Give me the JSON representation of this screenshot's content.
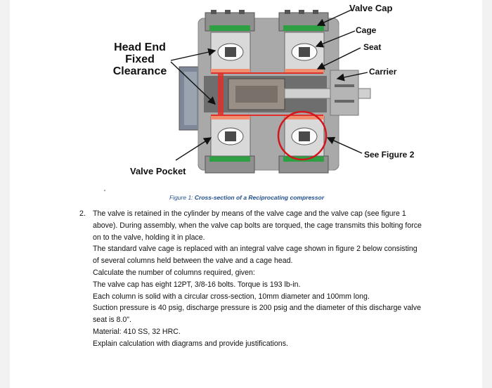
{
  "labels": {
    "head_end": [
      "Head End",
      "Fixed",
      "Clearance"
    ],
    "valve_pocket": "Valve Pocket",
    "valve_cap": "Valve Cap",
    "cage": "Cage",
    "seat": "Seat",
    "carrier": "Carrier",
    "see_figure": "See Figure 2"
  },
  "caption": {
    "prefix": "Figure 1: ",
    "title": "Cross-section of a Reciprocating compressor"
  },
  "question": {
    "number": "2.",
    "paragraphs": [
      "The valve is retained in the cylinder by means of the valve cage and the valve cap (see figure 1 above). During assembly, when the valve cap bolts are torqued, the cage transmits this bolting force on to the valve, holding it in place.",
      "The standard valve cage is replaced with an integral valve cage shown in figure 2 below consisting of several columns held between the valve and a cage head.",
      "Calculate the number of columns required, given:",
      "The valve cap has eight 12PT, 3/8-16 bolts.  Torque is 193 lb-in.",
      "Each column is solid with a circular cross-section, 10mm diameter and 100mm long.",
      "Suction pressure is 40 psig, discharge pressure is 200 psig and the diameter of this discharge valve seat is 8.0\".",
      "Material: 410 SS, 32 HRC.",
      "Explain calculation with diagrams and provide justifications."
    ]
  },
  "colors": {
    "casting": "#a9a9a9",
    "highlight_circle": "#d4161c",
    "heat_line": "#e0302a",
    "bolt_green": "#2ea043"
  }
}
